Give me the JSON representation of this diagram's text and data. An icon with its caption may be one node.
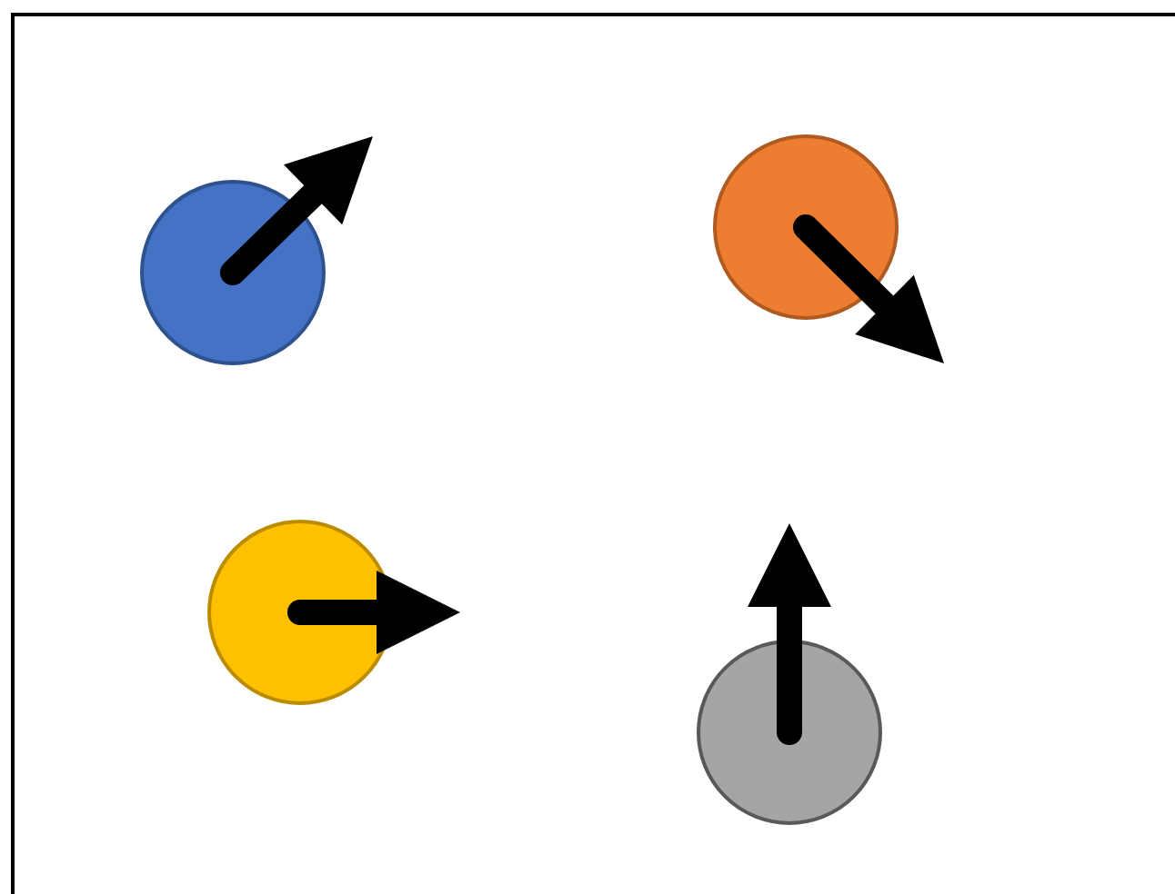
{
  "diagram": {
    "nodes": [
      {
        "text": [],
        "shape": "circle"
      },
      {
        "text": [],
        "shape": "circle"
      },
      {
        "text": [],
        "shape": "circle"
      },
      {
        "text": [],
        "shape": "circle"
      }
    ]
  }
}
